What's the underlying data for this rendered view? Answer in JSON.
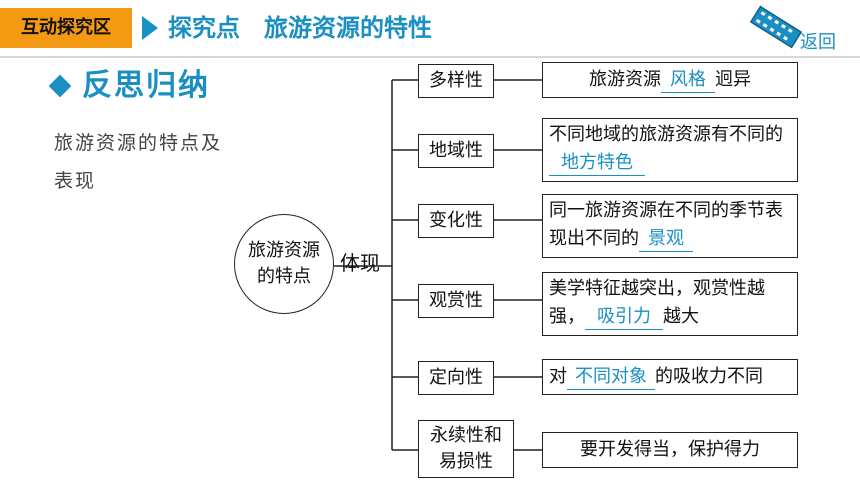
{
  "header": {
    "tag": "互动探究区",
    "title": "探究点　旅游资源的特性",
    "back_label": "返回"
  },
  "section": {
    "title": "反思归纳",
    "description": "旅游资源的特点及表现"
  },
  "diagram": {
    "center": "旅游资源的特点",
    "connector": "体现",
    "items": [
      {
        "name": "多样性",
        "pre": "旅游资源",
        "fill": "风格",
        "post": "迥异"
      },
      {
        "name": "地域性",
        "pre": "不同地域的旅游资源有不同的",
        "fill": "地方特色",
        "post": ""
      },
      {
        "name": "变化性",
        "pre": "同一旅游资源在不同的季节表现出不同的",
        "fill": "景观",
        "post": ""
      },
      {
        "name": "观赏性",
        "pre": "美学特征越突出，观赏性越强，",
        "fill": "吸引力",
        "post": "越大"
      },
      {
        "name": "定向性",
        "pre": "对",
        "fill": "不同对象",
        "post": "的吸收力不同"
      },
      {
        "name": "永续性和易损性",
        "pre": "要开发得当，保护得力",
        "fill": "",
        "post": ""
      }
    ]
  },
  "colors": {
    "accent": "#1a8fc4",
    "tag_bg": "#f39a12"
  }
}
